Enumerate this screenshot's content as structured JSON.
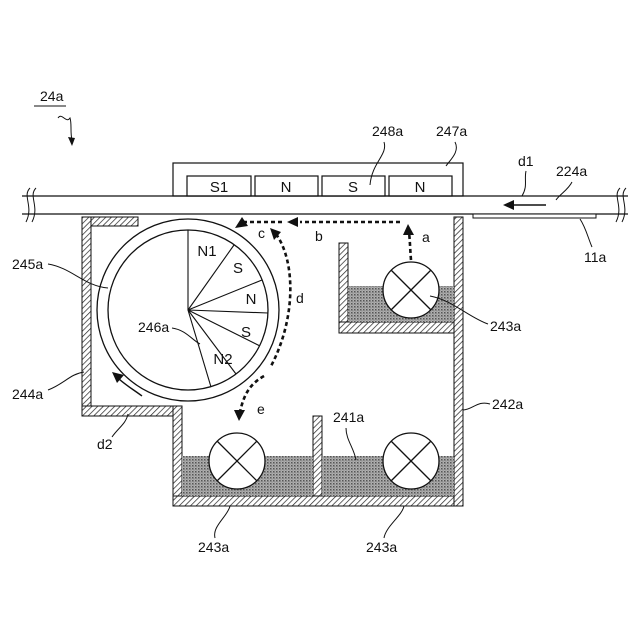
{
  "figure": {
    "ref_main": "24a",
    "ref_magnet_holder": "247a",
    "ref_magnets": "248a",
    "ref_belt": "224a",
    "ref_belt_reinforcement": "11a",
    "ref_roller": "245a",
    "ref_roller_magnet": "246a",
    "ref_case_wall": "244a",
    "ref_case": "242a",
    "ref_developer": "241a",
    "ref_stirrer_right_top": "243a",
    "ref_stirrer_bottom_left": "243a",
    "ref_stirrer_bottom_right": "243a"
  },
  "magnets_top": [
    "S1",
    "N",
    "S",
    "N"
  ],
  "roller_poles": [
    "N1",
    "S",
    "N",
    "S",
    "N2"
  ],
  "flow_labels": {
    "a": "a",
    "b": "b",
    "c": "c",
    "d": "d",
    "e": "e",
    "d1": "d1",
    "d2": "d2"
  },
  "colors": {
    "stroke": "#111111",
    "developer_fill": "#8a8a8a",
    "hatch": "#222222"
  }
}
